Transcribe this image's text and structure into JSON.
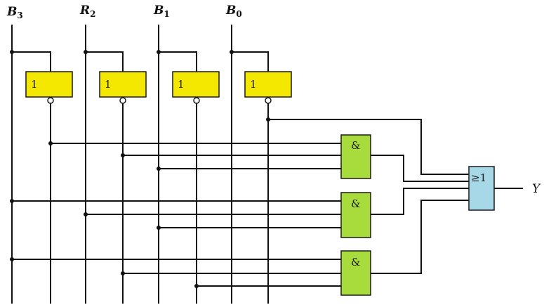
{
  "inputs": [
    {
      "letter": "B",
      "sub": "3"
    },
    {
      "letter": "R",
      "sub": "2"
    },
    {
      "letter": "B",
      "sub": "1"
    },
    {
      "letter": "B",
      "sub": "0"
    }
  ],
  "output": {
    "label": "Y"
  },
  "gates": {
    "not_symbol": "1",
    "and_symbol": "&",
    "or_symbol": "≥1"
  },
  "colors": {
    "not_gate": "#f5e800",
    "and_gate": "#a8dc3c",
    "or_gate": "#a6d8e8"
  }
}
